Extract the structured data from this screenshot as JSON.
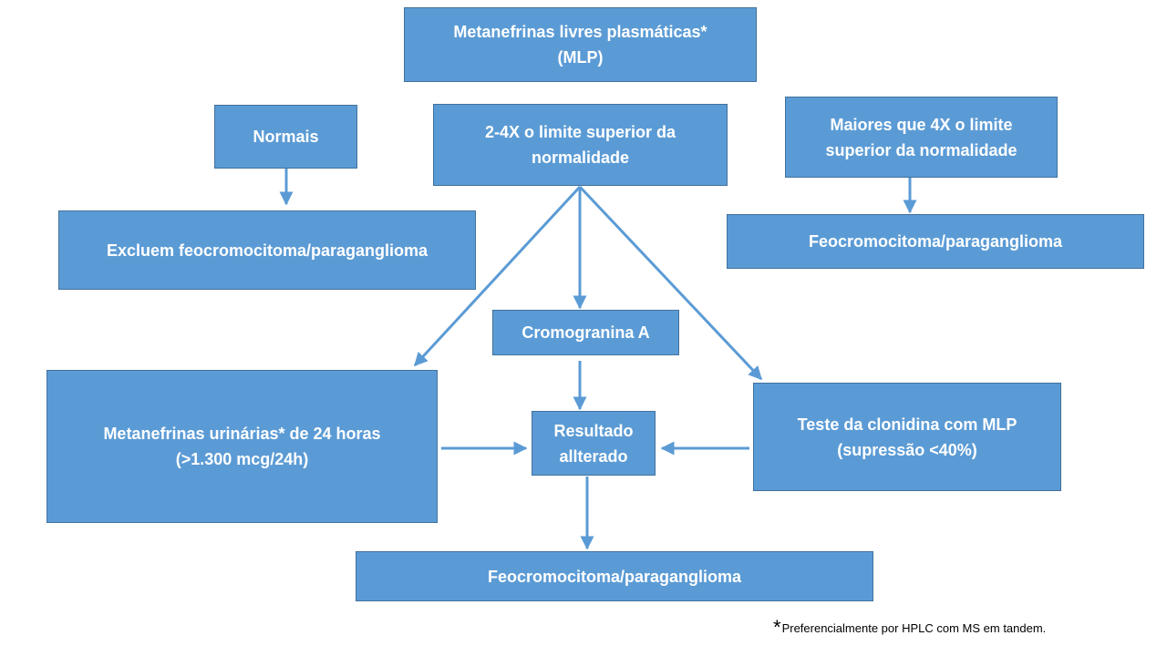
{
  "colors": {
    "box_fill": "#5b9bd5",
    "box_border": "#41719c",
    "arrow": "#5b9bd5",
    "box_text": "#ffffff"
  },
  "nodes": {
    "mlp": "Metanefrinas livres plasmáticas*\n(MLP)",
    "normais": "Normais",
    "two_four_x": "2-4X o limite superior da\nnormalidade",
    "maiores": "Maiores que 4X o limite\nsuperior da normalidade",
    "excluem": "Excluem feocromocitoma/paraganglioma",
    "feo_right": "Feocromocitoma/paraganglioma",
    "cromogranina": "Cromogranina  A",
    "urinarias": "Metanefrinas urinárias*  de 24 horas\n(>1.300 mcg/24h)",
    "resultado": "Resultado\nallterado",
    "clonidina": "Teste da clonidina com MLP\n(supressão <40%)",
    "feo_bottom": "Feocromocitoma/paraganglioma"
  },
  "footnote": {
    "marker": "*",
    "text": "Preferencialmente por HPLC com MS em tandem."
  }
}
